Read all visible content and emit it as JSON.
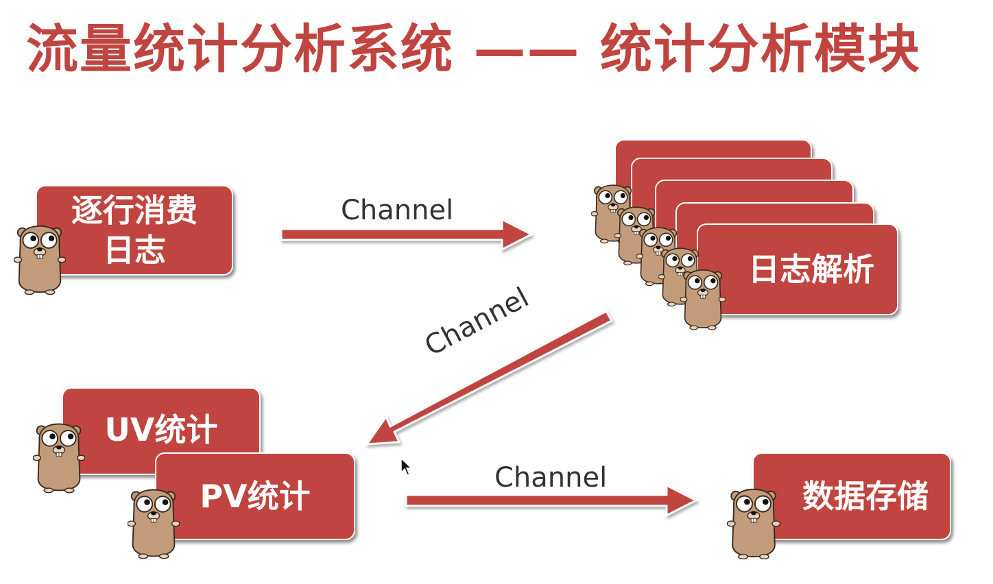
{
  "title": "流量统计分析系统 —— 统计分析模块",
  "nodes": {
    "consume_log": {
      "line1": "逐行消费",
      "line2": "日志"
    },
    "log_parse": "日志解析",
    "uv_stat": "UV统计",
    "pv_stat": "PV统计",
    "data_store": "数据存储"
  },
  "edges": {
    "consume_to_parse": "Channel",
    "parse_to_stat": "Channel",
    "stat_to_store": "Channel"
  },
  "colors": {
    "accent": "#c0443f",
    "text_label": "#333333",
    "gopher": "#c29c7a"
  },
  "icons": [
    "gopher-mascot-icon",
    "mouse-cursor-icon"
  ]
}
